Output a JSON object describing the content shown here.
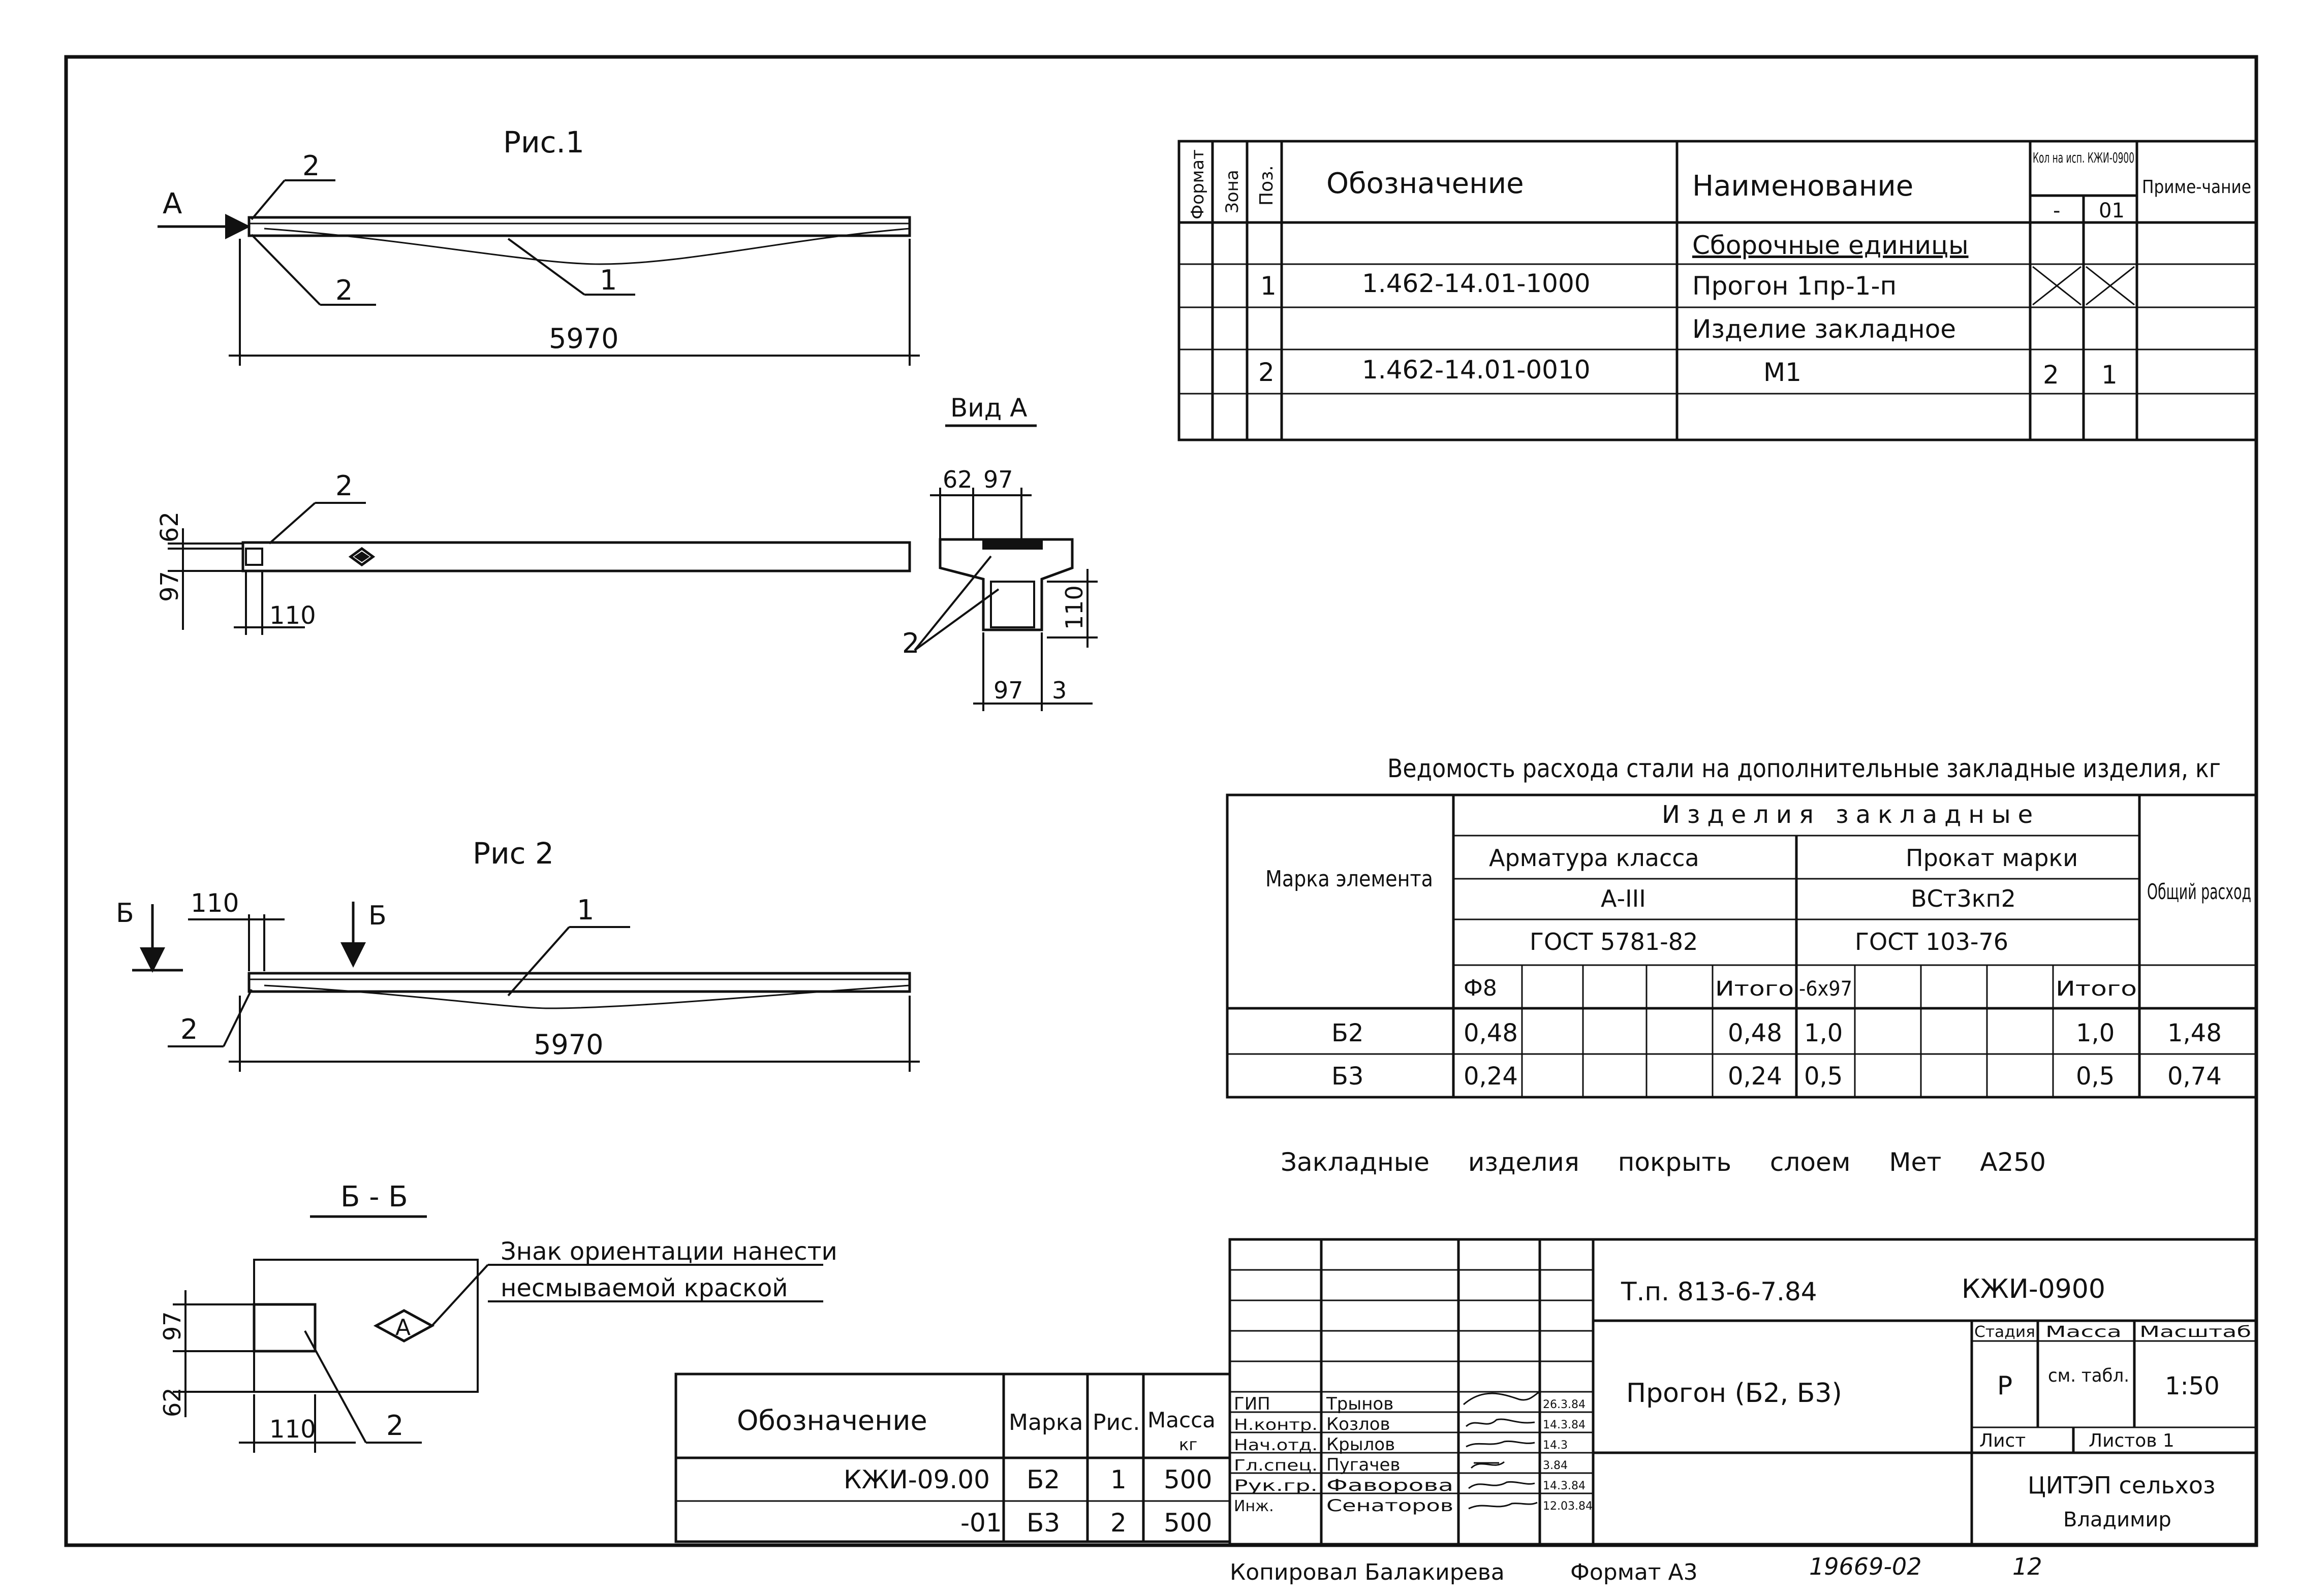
{
  "fig1": {
    "title": "Рис.1",
    "arrow": "А",
    "callouts": [
      "2",
      "2",
      "1"
    ],
    "dim": "5970"
  },
  "view_a_plan": {
    "dims": [
      "62",
      "97",
      "110"
    ],
    "callout": "2"
  },
  "view_a": {
    "title": "Вид А",
    "dims": [
      "62",
      "97",
      "110",
      "97",
      "3"
    ],
    "callout": "2"
  },
  "fig2": {
    "title": "Рис 2",
    "section_mark": "Б",
    "dim_110": "110",
    "callouts": [
      "1",
      "2"
    ],
    "dim": "5970"
  },
  "section_bb": {
    "title": "Б - Б",
    "dims": [
      "97",
      "62",
      "110"
    ],
    "callout": "2",
    "sign_letter": "А",
    "note_line1": "Знак ориентации нанести",
    "note_line2": "несмываемой краской"
  },
  "spec_table": {
    "headers": {
      "format": "Формат",
      "zone": "Зона",
      "pos": "Поз.",
      "designation": "Обозначение",
      "name": "Наименование",
      "qty": "Кол на исп. КЖИ-0900",
      "qty_dash": "-",
      "qty_01": "01",
      "note": "Приме-чание"
    },
    "rows": [
      {
        "pos": "",
        "designation": "",
        "name": "Сборочные единицы",
        "q1": "",
        "q2": ""
      },
      {
        "pos": "1",
        "designation": "1.462-14.01-1000",
        "name": "Прогон 1пр-1-п",
        "q1": "",
        "q2": ""
      },
      {
        "pos": "",
        "designation": "",
        "name": "Изделие закладное",
        "q1": "",
        "q2": ""
      },
      {
        "pos": "2",
        "designation": "1.462-14.01-0010",
        "name": "М1",
        "q1": "2",
        "q2": "1"
      },
      {
        "pos": "",
        "designation": "",
        "name": "",
        "q1": "",
        "q2": ""
      }
    ]
  },
  "steel_table": {
    "title": "Ведомость расхода стали на дополнительные закладные изделия, кг",
    "mark_header": "Марка элемента",
    "group": "Изделия закладные",
    "rebar_class": "Арматура класса",
    "rebar_grade": "А-III",
    "rebar_gost": "ГОСТ 5781-82",
    "rolled": "Прокат марки",
    "rolled_grade": "ВСт3кп2",
    "rolled_gost": "ГОСТ 103-76",
    "total": "Общий расход",
    "col_phi8": "Ф8",
    "col_itogo": "Итого",
    "col_6x97": "-6x97",
    "rows": [
      {
        "mark": "Б2",
        "phi8": "0,48",
        "itogo1": "0,48",
        "r": "1,0",
        "itogo2": "1,0",
        "total": "1,48"
      },
      {
        "mark": "Б3",
        "phi8": "0,24",
        "itogo1": "0,24",
        "r": "0,5",
        "itogo2": "0,5",
        "total": "0,74"
      }
    ]
  },
  "coating_note": "Закладные изделия покрыть слоем Мет А250",
  "mark_table": {
    "headers": {
      "designation": "Обозначение",
      "mark": "Марка",
      "fig": "Рис.",
      "mass": "Масса",
      "mass_unit": "кг"
    },
    "rows": [
      {
        "designation": "КЖИ-09.00",
        "mark": "Б2",
        "fig": "1",
        "mass": "500"
      },
      {
        "designation": "-01",
        "mark": "Б3",
        "fig": "2",
        "mass": "500"
      }
    ]
  },
  "title_block": {
    "project": "Т.п. 813-6-7.84",
    "code": "КЖИ-0900",
    "name": "Прогон (Б2, Б3)",
    "stage_h": "Стадия",
    "mass_h": "Масса",
    "scale_h": "Масштаб",
    "stage": "Р",
    "mass": "см. табл.",
    "scale": "1:50",
    "sheet_h": "Лист",
    "sheets_h": "Листов 1",
    "org1": "ЦИТЭП сельхоз",
    "org2": "Владимир",
    "staff": [
      {
        "role": "ГИП",
        "name": "Трынов",
        "date": "26.3.84"
      },
      {
        "role": "Н.контр.",
        "name": "Козлов",
        "date": "14.3.84"
      },
      {
        "role": "Нач.отд.",
        "name": "Крылов",
        "date": "14.3"
      },
      {
        "role": "Гл.спец.",
        "name": "Пугачев",
        "date": "3.84"
      },
      {
        "role": "Рук.гр.",
        "name": "Фаворова",
        "date": "14.3.84"
      },
      {
        "role": "Инж.",
        "name": "Сенаторов",
        "date": "12.03.84"
      }
    ]
  },
  "footer": {
    "copied": "Копировал Балакирева",
    "format": "Формат А3",
    "number": "19669-02",
    "page": "12"
  }
}
